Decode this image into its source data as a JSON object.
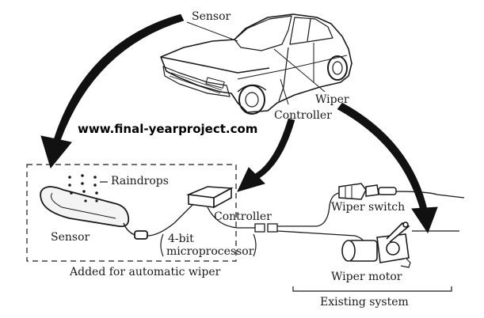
{
  "labels": {
    "sensor_top": "Sensor",
    "wiper": "Wiper",
    "controller_car": "Controller",
    "raindrops": "Raindrops",
    "controller": "Controller",
    "sensor": "Sensor",
    "bit_top": "4-bit",
    "bit_bottom": "microprocessor",
    "added": "Added for automatic wiper",
    "wiper_switch": "Wiper switch",
    "wiper_motor": "Wiper motor",
    "existing": "Existing system"
  },
  "watermark": "www.final-yearproject.com",
  "colors": {
    "ink": "#1a1a1a",
    "background": "#ffffff"
  }
}
